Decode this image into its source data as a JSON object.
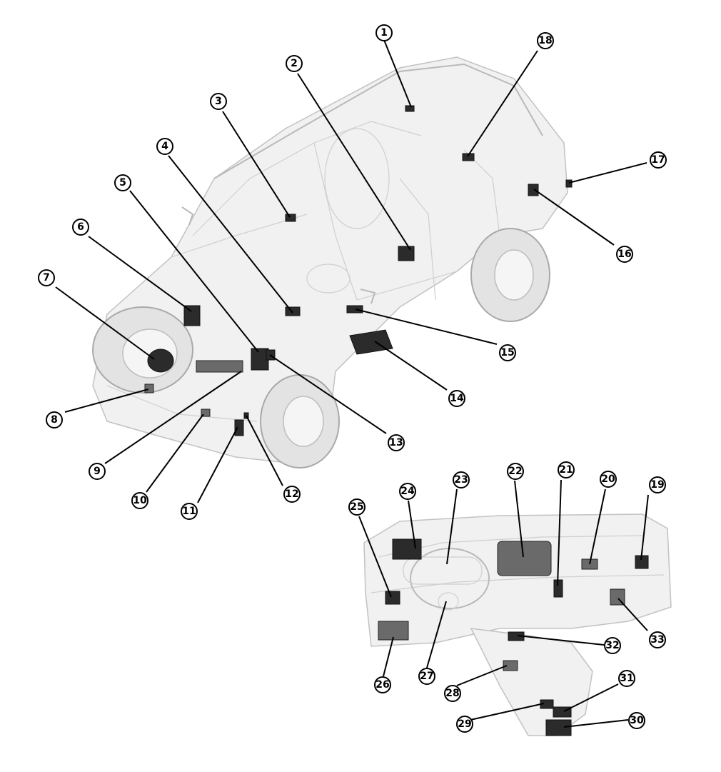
{
  "callouts": [
    {
      "label": "1"
    },
    {
      "label": "2"
    },
    {
      "label": "3"
    },
    {
      "label": "4"
    },
    {
      "label": "5"
    },
    {
      "label": "6"
    },
    {
      "label": "7"
    },
    {
      "label": "8"
    },
    {
      "label": "9"
    },
    {
      "label": "10"
    },
    {
      "label": "11"
    },
    {
      "label": "12"
    },
    {
      "label": "13"
    },
    {
      "label": "14"
    },
    {
      "label": "15"
    },
    {
      "label": "16"
    },
    {
      "label": "17"
    },
    {
      "label": "18"
    },
    {
      "label": "19"
    },
    {
      "label": "20"
    },
    {
      "label": "21"
    },
    {
      "label": "22"
    },
    {
      "label": "23"
    },
    {
      "label": "24"
    },
    {
      "label": "25"
    },
    {
      "label": "26"
    },
    {
      "label": "27"
    },
    {
      "label": "28"
    },
    {
      "label": "29"
    },
    {
      "label": "30"
    },
    {
      "label": "31"
    },
    {
      "label": "32"
    },
    {
      "label": "33"
    }
  ]
}
